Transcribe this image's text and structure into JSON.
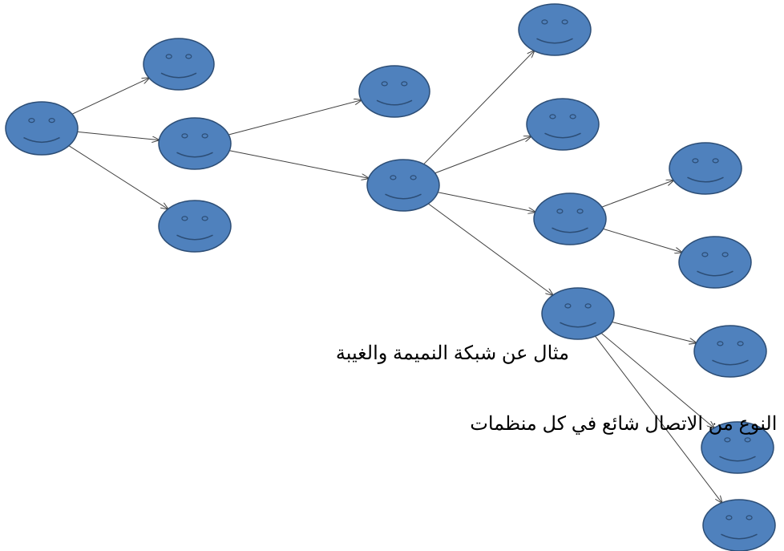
{
  "diagram": {
    "node_style": {
      "fill": "#4f81bd",
      "stroke": "#2c4d75",
      "icon": "smiley-face-icon",
      "edge_color": "#404040"
    },
    "nodes": [
      {
        "id": "n0"
      },
      {
        "id": "n1"
      },
      {
        "id": "n2"
      },
      {
        "id": "n3"
      },
      {
        "id": "n4"
      },
      {
        "id": "n5"
      },
      {
        "id": "n6"
      },
      {
        "id": "n7"
      },
      {
        "id": "n8"
      },
      {
        "id": "n9"
      },
      {
        "id": "n10"
      },
      {
        "id": "n11"
      },
      {
        "id": "n12"
      },
      {
        "id": "n13"
      },
      {
        "id": "n14"
      },
      {
        "id": "n15"
      }
    ],
    "edges": [
      {
        "from": "n0",
        "to": "n1"
      },
      {
        "from": "n0",
        "to": "n2"
      },
      {
        "from": "n0",
        "to": "n3"
      },
      {
        "from": "n2",
        "to": "n4"
      },
      {
        "from": "n2",
        "to": "n5"
      },
      {
        "from": "n5",
        "to": "n6"
      },
      {
        "from": "n5",
        "to": "n7"
      },
      {
        "from": "n5",
        "to": "n8"
      },
      {
        "from": "n5",
        "to": "n9"
      },
      {
        "from": "n8",
        "to": "n10"
      },
      {
        "from": "n8",
        "to": "n11"
      },
      {
        "from": "n9",
        "to": "n12"
      },
      {
        "from": "n9",
        "to": "n13"
      },
      {
        "from": "n9",
        "to": "n14"
      }
    ]
  },
  "captions": {
    "title": "مثال عن شبكة النميمة والغيبة",
    "subtitle": "هذا النوع من الاتصال شائع في كل منظمات"
  }
}
